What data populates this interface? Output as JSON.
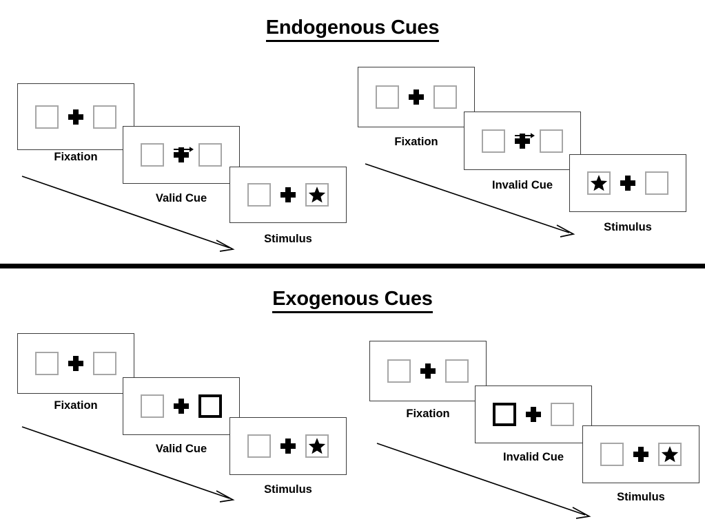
{
  "sections": [
    {
      "id": "endogenous",
      "title": "Endogenous Cues",
      "sequences": [
        {
          "id": "endogenous-valid",
          "panels": [
            {
              "stage": "Fixation",
              "left_box": "empty",
              "right_box": "empty",
              "cue": "none",
              "arrow": "none"
            },
            {
              "stage": "Valid Cue",
              "left_box": "empty",
              "right_box": "empty",
              "cue": "arrow",
              "arrow": "right"
            },
            {
              "stage": "Stimulus",
              "left_box": "empty",
              "right_box": "star",
              "cue": "none",
              "arrow": "none"
            }
          ]
        },
        {
          "id": "endogenous-invalid",
          "panels": [
            {
              "stage": "Fixation",
              "left_box": "empty",
              "right_box": "empty",
              "cue": "none",
              "arrow": "none"
            },
            {
              "stage": "Invalid Cue",
              "left_box": "empty",
              "right_box": "empty",
              "cue": "arrow",
              "arrow": "right"
            },
            {
              "stage": "Stimulus",
              "left_box": "star",
              "right_box": "empty",
              "cue": "none",
              "arrow": "none"
            }
          ]
        }
      ]
    },
    {
      "id": "exogenous",
      "title": "Exogenous Cues",
      "sequences": [
        {
          "id": "exogenous-valid",
          "panels": [
            {
              "stage": "Fixation",
              "left_box": "empty",
              "right_box": "empty",
              "cue": "none",
              "arrow": "none"
            },
            {
              "stage": "Valid Cue",
              "left_box": "empty",
              "right_box": "cued",
              "cue": "box-highlight",
              "arrow": "none"
            },
            {
              "stage": "Stimulus",
              "left_box": "empty",
              "right_box": "star",
              "cue": "none",
              "arrow": "none"
            }
          ]
        },
        {
          "id": "exogenous-invalid",
          "panels": [
            {
              "stage": "Fixation",
              "left_box": "empty",
              "right_box": "empty",
              "cue": "none",
              "arrow": "none"
            },
            {
              "stage": "Invalid Cue",
              "left_box": "cued",
              "right_box": "empty",
              "cue": "box-highlight",
              "arrow": "none"
            },
            {
              "stage": "Stimulus",
              "left_box": "empty",
              "right_box": "star",
              "cue": "none",
              "arrow": "none"
            }
          ]
        }
      ]
    }
  ],
  "icons": {
    "fixation_cross": "plus-cross-icon",
    "stimulus": "black-star-icon",
    "cue_direction": "right-arrow-icon",
    "flow": "diagonal-time-arrow-icon"
  },
  "colors": {
    "ink": "#000000",
    "frame_border": "#3a3a3a",
    "slot_border": "#a6a6a6",
    "cued_slot_border": "#000000",
    "background": "#ffffff",
    "divider": "#000000"
  },
  "layout": {
    "divider_label": "section-divider"
  }
}
